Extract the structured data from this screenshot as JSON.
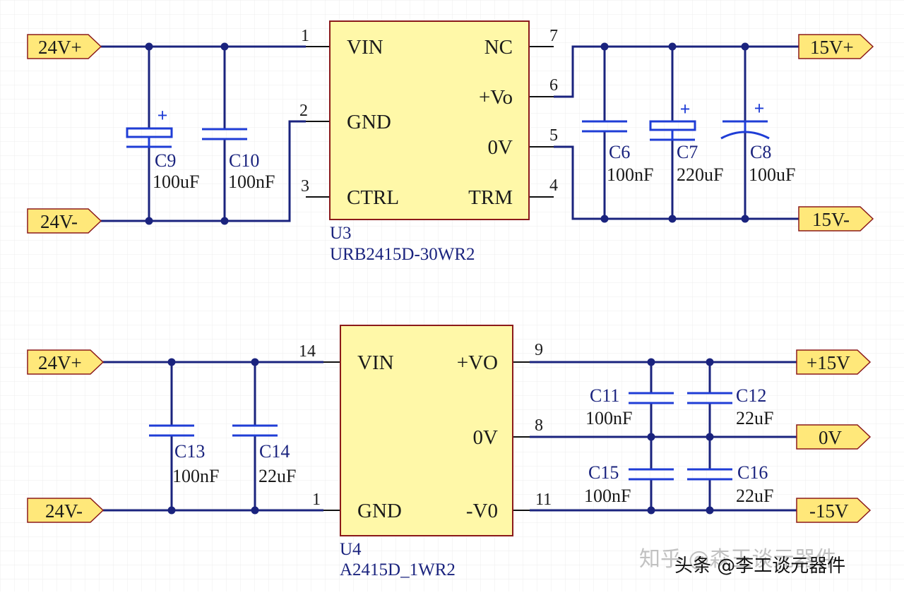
{
  "colors": {
    "background": "#ffffff",
    "grid": "#eeeeee",
    "wire": "#1a237e",
    "junction": "#1a237e",
    "ic_fill": "#fff8a8",
    "ic_stroke": "#8b1a1a",
    "port_fill": "#ffe87a",
    "port_stroke": "#8b1a1a",
    "pin": "#111111",
    "cap": "#1f3dd6",
    "pin_label": "#1a1a1a",
    "designator": "#1a237e",
    "value": "#1a1a1a",
    "watermark": "#7a7a7a"
  },
  "u3": {
    "designator": "U3",
    "part": "URB2415D-30WR2",
    "pins": {
      "vin": {
        "num": "1",
        "name": "VIN"
      },
      "gnd": {
        "num": "2",
        "name": "GND"
      },
      "ctrl": {
        "num": "3",
        "name": "CTRL"
      },
      "nc": {
        "num": "7",
        "name": "NC"
      },
      "vo": {
        "num": "6",
        "name": "+Vo"
      },
      "zero": {
        "num": "5",
        "name": "0V"
      },
      "trm": {
        "num": "4",
        "name": "TRM"
      }
    }
  },
  "u4": {
    "designator": "U4",
    "part": "A2415D_1WR2",
    "pins": {
      "vin": {
        "num": "14",
        "name": "VIN"
      },
      "gnd": {
        "num": "1",
        "name": "GND"
      },
      "vo_pos": {
        "num": "9",
        "name": "+VO"
      },
      "zero": {
        "num": "8",
        "name": "0V"
      },
      "vo_neg": {
        "num": "11",
        "name": "-V0"
      }
    }
  },
  "ports": {
    "top_24v_pos": "24V+",
    "top_24v_neg": "24V-",
    "top_15v_pos": "15V+",
    "top_15v_neg": "15V-",
    "bot_24v_pos": "24V+",
    "bot_24v_neg": "24V-",
    "bot_p15v": "+15V",
    "bot_0v": "0V",
    "bot_n15v": "-15V"
  },
  "capacitors": {
    "c9": {
      "ref": "C9",
      "value": "100uF",
      "polar_mark": "+"
    },
    "c10": {
      "ref": "C10",
      "value": "100nF"
    },
    "c6": {
      "ref": "C6",
      "value": "100nF"
    },
    "c7": {
      "ref": "C7",
      "value": "220uF",
      "polar_mark": "+"
    },
    "c8": {
      "ref": "C8",
      "value": "100uF",
      "polar_mark": "+"
    },
    "c13": {
      "ref": "C13",
      "value": "100nF"
    },
    "c14": {
      "ref": "C14",
      "value": "22uF"
    },
    "c11": {
      "ref": "C11",
      "value": "100nF"
    },
    "c12": {
      "ref": "C12",
      "value": "22uF"
    },
    "c15": {
      "ref": "C15",
      "value": "100nF"
    },
    "c16": {
      "ref": "C16",
      "value": "22uF"
    }
  },
  "watermark": {
    "back": "知乎 @森王谈元器件",
    "front": "头条 @李工谈元器件"
  }
}
